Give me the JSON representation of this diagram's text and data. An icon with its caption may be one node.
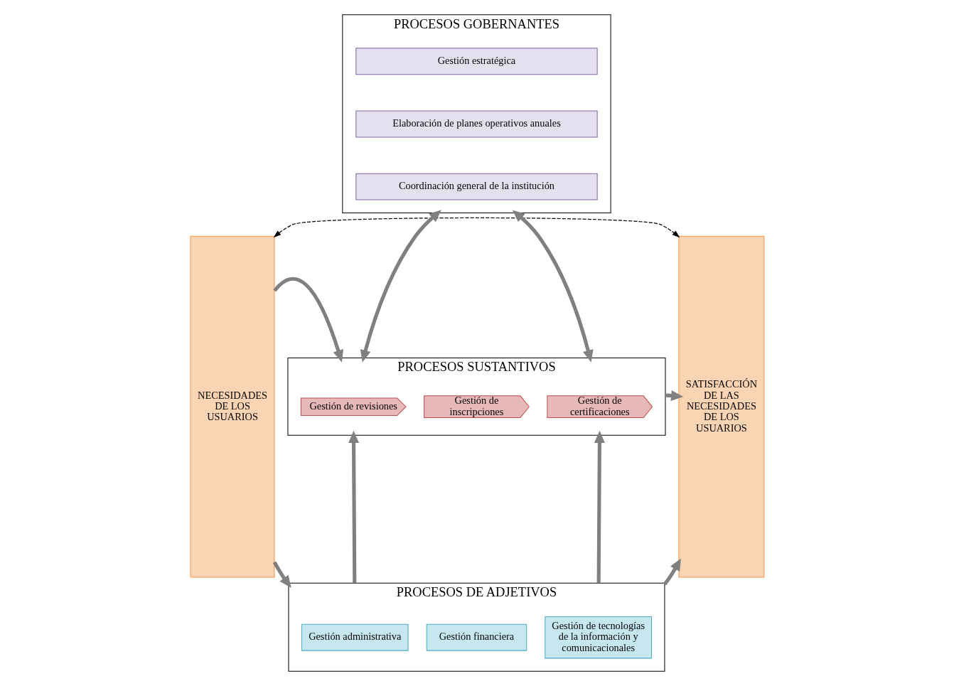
{
  "diagram": {
    "nodes": [
      {
        "text": [
          "NECESIDADES DE LOS USUARIOS"
        ]
      },
      {
        "text": [
          "SATISFACCIÓN DE LAS NECESIDADES DE LOS USUARIOS"
        ]
      },
      {
        "text": [
          "PROCESOS GOBERNANTES"
        ]
      },
      {
        "text": [
          "Gestión estratégica"
        ],
        "in": 2
      },
      {
        "text": [
          "Elaboración de planes operativos anuales"
        ],
        "in": 2
      },
      {
        "text": [
          "Coordinación general de la institución"
        ],
        "in": 2
      },
      {
        "text": [
          "PROCESOS SUSTANTIVOS"
        ]
      },
      {
        "text": [
          "Gestión de revisiones"
        ],
        "in": 6
      },
      {
        "text": [
          "Gestión de inscripciones"
        ],
        "in": 6
      },
      {
        "text": [
          "Gestión de certificaciones"
        ],
        "in": 6
      },
      {
        "text": [
          "PROCESOS DE ADJETIVOS"
        ]
      },
      {
        "text": [
          "Gestión administrativa"
        ],
        "in": 10
      },
      {
        "text": [
          "Gestión financiera"
        ],
        "in": 10
      },
      {
        "text": [
          "Gestión de tecnologías de la información y comunicacionales"
        ],
        "in": 10
      }
    ],
    "edges": [
      {
        "from": 0,
        "to": 1,
        "arrow": "both",
        "style": "dashed",
        "color": "#000000"
      },
      {
        "from": 0,
        "to": 6,
        "arrow": "to"
      },
      {
        "from": 6,
        "to": 1,
        "arrow": "to"
      },
      {
        "from": 2,
        "to": 6,
        "arrow": "both"
      },
      {
        "from": 2,
        "to": 6,
        "arrow": "both"
      },
      {
        "from": 0,
        "to": 10,
        "arrow": "to"
      },
      {
        "from": 10,
        "to": 6,
        "arrow": "to"
      },
      {
        "from": 10,
        "to": 6,
        "arrow": "to"
      },
      {
        "from": 10,
        "to": 1,
        "arrow": "to"
      }
    ]
  }
}
